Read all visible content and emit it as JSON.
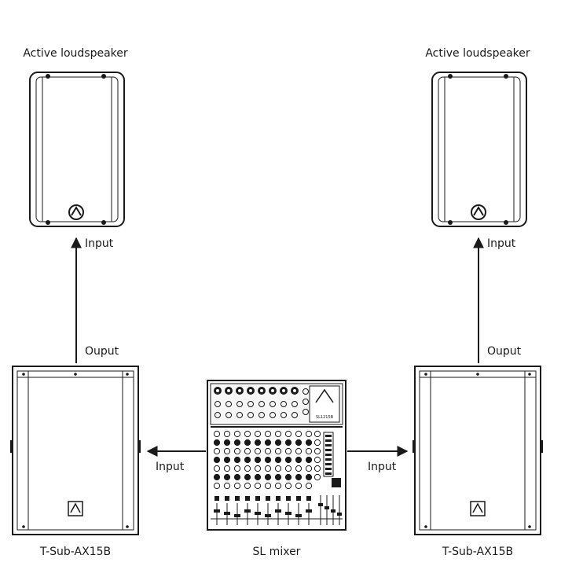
{
  "devices": {
    "left_speaker": {
      "label": "Active loudspeaker"
    },
    "right_speaker": {
      "label": "Active loudspeaker"
    },
    "left_sub": {
      "label": "T-Sub-AX15B"
    },
    "right_sub": {
      "label": "T-Sub-AX15B"
    },
    "mixer": {
      "label": "SL mixer",
      "model_text": "SL1215B"
    }
  },
  "connections": {
    "left_speaker_input": "Input",
    "right_speaker_input": "Input",
    "left_sub_output": "Ouput",
    "right_sub_output": "Ouput",
    "left_sub_input": "Input",
    "right_sub_input": "Input"
  },
  "colors": {
    "line": "#1a1a1a",
    "fill": "#ffffff",
    "panel": "#f2f2f2"
  },
  "icons": {
    "brand_logo": "wharfedale-logo-icon"
  }
}
